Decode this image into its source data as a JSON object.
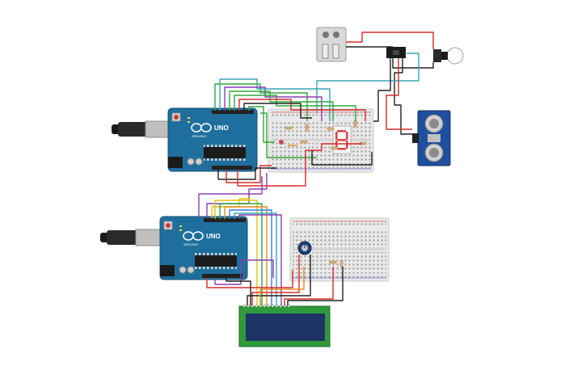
{
  "boards": {
    "top": {
      "logo": "UNO",
      "brand": "ARDUINO"
    },
    "bottom": {
      "logo": "UNO",
      "brand": "ARDUINO"
    }
  },
  "seven_segment": {
    "digit": ""
  },
  "lcd": {
    "line1": "",
    "line2": ""
  },
  "colors": {
    "board": "#1f6f9e",
    "breadboard": "#e9e9e9",
    "wire_red": "#d62b2b",
    "wire_black": "#222222",
    "wire_green": "#2fa83a",
    "wire_blue": "#3a7bd5",
    "wire_purple": "#8a3fb0",
    "wire_orange": "#e58b1f",
    "wire_yellow": "#e0c21a",
    "wire_teal": "#36a6b8",
    "lcd_screen": "#1e3466",
    "lcd_pcb": "#2f9a3a"
  }
}
